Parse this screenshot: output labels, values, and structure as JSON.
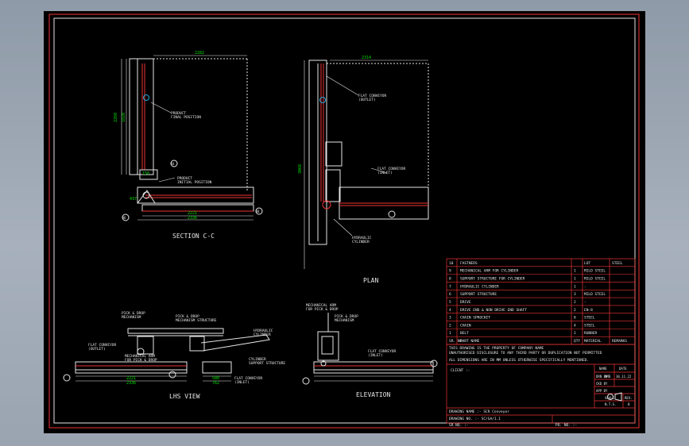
{
  "section_cc": {
    "title": "SECTION C-C",
    "dim_top": "2282",
    "dim_left": "2260",
    "dim_left2": "1820",
    "dim_bottom1": "2221",
    "dim_bottom2": "2336",
    "dim_side": "437",
    "dim_small": "150",
    "label_final": "PRODUCT\nFINAL POSITION",
    "label_initial": "PRODUCT\nINITIAL POSITION",
    "balloons": [
      "04",
      "06",
      "08"
    ]
  },
  "plan": {
    "title": "PLAN",
    "dim_top": "2314",
    "dim_left": "3068",
    "label_outlet": "FLAT CONVEYOR\n(OUTLET)",
    "label_inlet": "FLAT CONVEYOR\n(INLET)",
    "label_cylinder": "HYDRAULIC\nCYLINDER"
  },
  "lhs_view": {
    "title": "LHS VIEW",
    "label_pick_drop": "PICK & DROP\nMECHANISM",
    "label_pick_structure": "PICK & DROP\nMECHANISM STRUCTURE",
    "label_hydraulic": "HYDRAULIC\nCYLINDER",
    "label_cyl_support": "CYLINDER\nSUPPORT STRUCTURE",
    "label_mech_arm": "MECHANICAL ARM\nFOR PICK & DROP",
    "label_flat_outlet": "FLAT CONVEYOR\n(OUTLET)",
    "label_flat_inlet": "FLAT CONVEYOR\n(INLET)",
    "dim_1": "2221",
    "dim_2": "2336",
    "dim_3": "580",
    "dim_4": "762"
  },
  "elevation": {
    "title": "ELEVATION",
    "label_arm": "MECHANICAL ARM\nFOR PICK & DROP",
    "label_mech": "PICK & DROP\nMECHANISM",
    "label_conv": "FLAT CONVEYOR\n(INLET)"
  },
  "bom": {
    "header": {
      "no": "SR. NO.",
      "name": "PART NAME",
      "qty": "QTY",
      "mat": "MATERIAL",
      "rem": "REMARKS"
    },
    "rows": [
      {
        "no": "10",
        "name": "FASTNERS",
        "qty": "",
        "mat": "LOT",
        "rem": "STEEL"
      },
      {
        "no": "9",
        "name": "MECHANICAL ARM FOR CYLINDER",
        "qty": "1",
        "mat": "MILD STEEL",
        "rem": ""
      },
      {
        "no": "8",
        "name": "SUPPORT STRUCTURE FOR CYLINDER",
        "qty": "1",
        "mat": "MILD STEEL",
        "rem": ""
      },
      {
        "no": "7",
        "name": "HYDRAULIC CYLINDER",
        "qty": "1",
        "mat": "-",
        "rem": ""
      },
      {
        "no": "6",
        "name": "SUPPORT STRUCTURE",
        "qty": "3",
        "mat": "MILD STEEL",
        "rem": ""
      },
      {
        "no": "5",
        "name": "DRIVE",
        "qty": "2",
        "mat": "-",
        "rem": ""
      },
      {
        "no": "4",
        "name": "DRIVE END & NON DRIVE END SHAFT",
        "qty": "2",
        "mat": "EN-8",
        "rem": ""
      },
      {
        "no": "3",
        "name": "CHAIN SPROCKET",
        "qty": "8",
        "mat": "STEEL",
        "rem": ""
      },
      {
        "no": "2",
        "name": "CHAIN",
        "qty": "4",
        "mat": "STEEL",
        "rem": ""
      },
      {
        "no": "1",
        "name": "BELT",
        "qty": "2",
        "mat": "RUBBER",
        "rem": ""
      }
    ]
  },
  "notice": {
    "line1": "THIS DRAWING IS THE PROPERTY OF COMPANY NAME",
    "line2": "UNAUTHORISED DISCLOSURE TO ANY THIRD PARTY OR DUPLICATION NOT PERMITTED",
    "line3": "ALL DIMENSIONS ARE IN MM UNLESS OTHERWISE SPECIFICALLY MENTIONED."
  },
  "title_block": {
    "client": "CLIENT :-",
    "name_h": "NAME",
    "date_h": "DATE",
    "drn_by": "DRN BY",
    "drn_name": "NMB",
    "drn_date": "30.11.22",
    "ckd_by": "CKD BY",
    "app_by": "APP BY",
    "scale_h": "SCALE",
    "scale_v": "N.T.S.",
    "rev_h": "REV.",
    "rev_v": "0",
    "dwg_name": "DRAWING NAME :- SCR Conveyor",
    "dwg_no": "DRAWING NO. :- SC/GA/1.1",
    "sr_no": "SR NO. :-",
    "po_no": "PO. NO. :-"
  }
}
